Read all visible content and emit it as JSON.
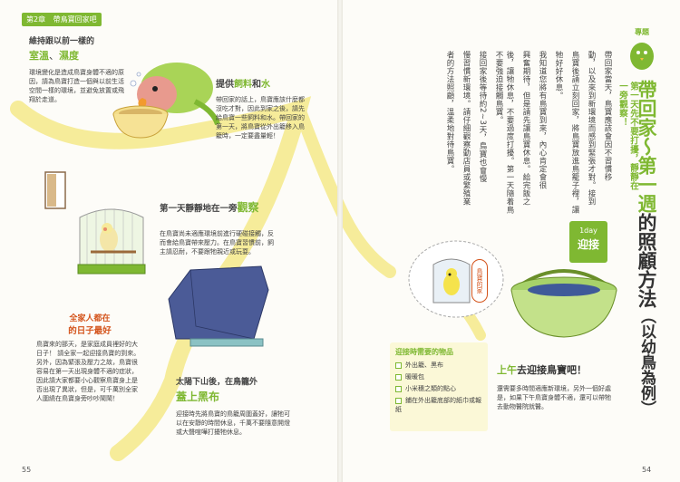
{
  "left_page": {
    "chapter_label": "第2章",
    "chapter_title": "帶鳥寶回家吧",
    "page_number": "55",
    "s1": {
      "title_line1": "維持跟以前一樣的",
      "title_line2a": "室溫",
      "title_line2b": "、",
      "title_line2c": "濕度",
      "body": "環境變化是造成鳥寶身體不適的原因，請為鳥寶打造一個與以前生活空間一樣的環境，並避免放置或飛翔於走道。"
    },
    "s2": {
      "title_a": "提供",
      "title_b": "飼料",
      "title_c": "和",
      "title_d": "水",
      "body": "帶回家的話上，鳥寶應該什麼都沒吃才對，因此到家之後，請先給鳥寶一些飼料和水。帶回家的第一天，將鳥寶從外出籠移入鳥籠時，一定要盡量輕！"
    },
    "s3": {
      "title_a": "第一天靜靜地在一旁",
      "title_b": "觀察",
      "body": "在鳥寶尚未適應環境前進行硬碰接觸，反而會給鳥寶帶來壓力。在鳥寶習慣前，飼主請忍耐，不要跟牠親近或玩耍。"
    },
    "s4": {
      "title_line1": "全家人都在",
      "title_line2": "的日子最好",
      "body": "鳥寶來的那天，是家庭成員裡好的大日子！ 請全家一起迎接鳥寶的到來。另外，因為緊張及壓力之故，鳥寶很容易在第一天出現身體不適的症狀，因此請大家都要小心觀察鳥寶身上是否出現了異狀，但是，可千萬別全家人圍繞在鳥寶身旁吵吵鬧鬧！"
    },
    "s5": {
      "title_line1a": "太陽下山後，在鳥籠外",
      "title_line2": "蓋上黑布",
      "body": "迎接時先將鳥寶的鳥籠周圍蓋好，讓牠可以在安靜的時間休息，千萬不要隨意開燈或大聲喧嘩打擾牠休息。"
    }
  },
  "right_page": {
    "page_number": "54",
    "section_tag": "專題",
    "sub_title": "第一天先不要打擾，靜靜在一旁觀察！",
    "title_a": "帶回家",
    "title_tilde": "～",
    "title_b": "第一週",
    "title_c": "的照顧方法",
    "title_d": "（以幼鳥為例）",
    "body_cols": [
      "帶回家當天，鳥寶應該會因不習慣移",
      "動，以及來到新環境而感到緊張才對。接到",
      "鳥寶後請立刻回家，將鳥寶放進鳥籠子裡，讓",
      "牠好好休息。",
      "我知道您將有鳥寶到來，內心肯定會很",
      "興奮期待，但是請先讓鳥寶休息。給完飯之",
      "後，讓牠休息，不要過度打擾。第一天隨着鳥不要強迫接觸鳥寶。",
      "接回家後等待約2∼3天，鳥寶也會慢",
      "慢習慣新環境。請仔細觀察動店員或繁殖業",
      "者的方法照顧，溫柔地對待鳥寶。"
    ],
    "oneday_label": "1day",
    "oneday_text": "迎接",
    "tag_text": "鳥寶的家",
    "items_box": {
      "title": "迎接時需要的物品",
      "items": [
        "外出籠、黑布",
        "暖暖包",
        "小米穗之類的點心",
        "鋪在外出籠底部的紙巾或報紙"
      ]
    },
    "morning": {
      "title_a": "上午",
      "title_b": "去迎接鳥寶吧！",
      "body": "還需要多時間適應新環境，另外一個好處是，如果下午鳥寶身體不適，還可以帶牠去動物醫院就醫。"
    }
  }
}
